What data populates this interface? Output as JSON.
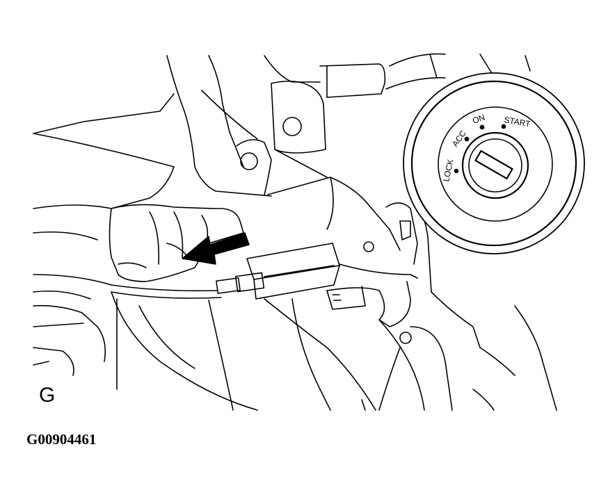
{
  "diagram": {
    "panel_letter": "G",
    "figure_code": "G00904461",
    "ignition_positions": [
      {
        "label": "LOCK"
      },
      {
        "label": "ACC"
      },
      {
        "label": "ON"
      },
      {
        "label": "START"
      }
    ],
    "icons": {
      "arrow": "direction-arrow-icon",
      "key": "key-slot-icon"
    },
    "colors": {
      "line": "#000000",
      "background": "#ffffff"
    }
  }
}
